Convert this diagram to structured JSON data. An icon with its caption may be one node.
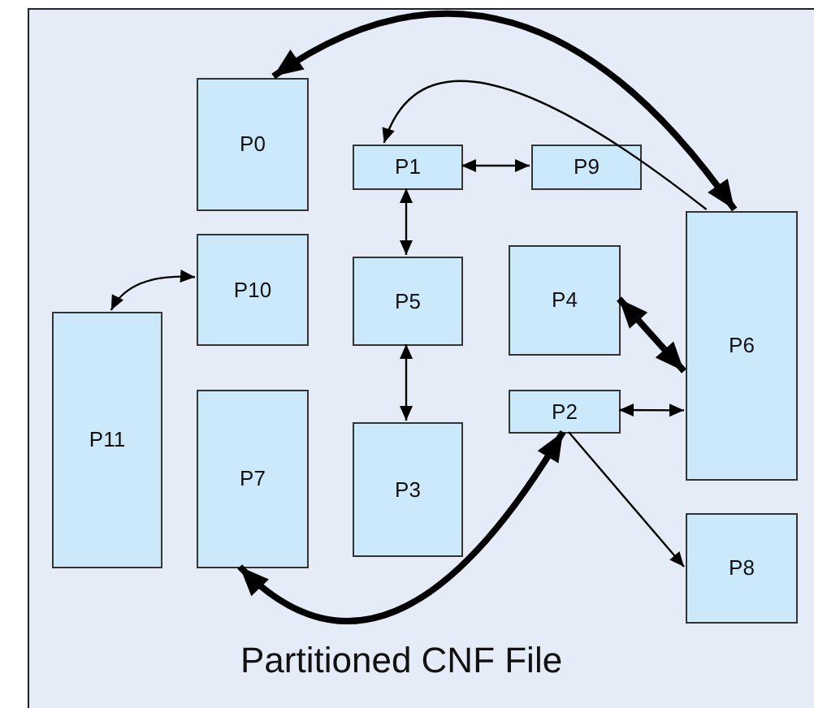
{
  "diagram": {
    "nodes": [
      {
        "text": [
          "Partitioned CNF File"
        ]
      },
      {
        "text": [
          "P0"
        ],
        "in": 0
      },
      {
        "text": [
          "P1"
        ],
        "in": 0
      },
      {
        "text": [
          "P9"
        ],
        "in": 0
      },
      {
        "text": [
          "P10"
        ],
        "in": 0
      },
      {
        "text": [
          "P5"
        ],
        "in": 0
      },
      {
        "text": [
          "P4"
        ],
        "in": 0
      },
      {
        "text": [
          "P6"
        ],
        "in": 0
      },
      {
        "text": [
          "P11"
        ],
        "in": 0
      },
      {
        "text": [
          "P7"
        ],
        "in": 0
      },
      {
        "text": [
          "P3"
        ],
        "in": 0
      },
      {
        "text": [
          "P2"
        ],
        "in": 0
      },
      {
        "text": [
          "P8"
        ],
        "in": 0
      }
    ],
    "edges": [
      {
        "from": 7,
        "to": 1,
        "arrow": "both",
        "style": "thick"
      },
      {
        "from": 7,
        "to": 2,
        "arrow": "to"
      },
      {
        "from": 2,
        "to": 3,
        "arrow": "both"
      },
      {
        "from": 2,
        "to": 5,
        "arrow": "both"
      },
      {
        "from": 5,
        "to": 10,
        "arrow": "both"
      },
      {
        "from": 6,
        "to": 7,
        "arrow": "both",
        "style": "thick"
      },
      {
        "from": 11,
        "to": 7,
        "arrow": "both"
      },
      {
        "from": 11,
        "to": 12,
        "arrow": "to"
      },
      {
        "from": 9,
        "to": 11,
        "arrow": "both",
        "style": "thick"
      },
      {
        "from": 4,
        "to": 8,
        "arrow": "both"
      }
    ]
  }
}
